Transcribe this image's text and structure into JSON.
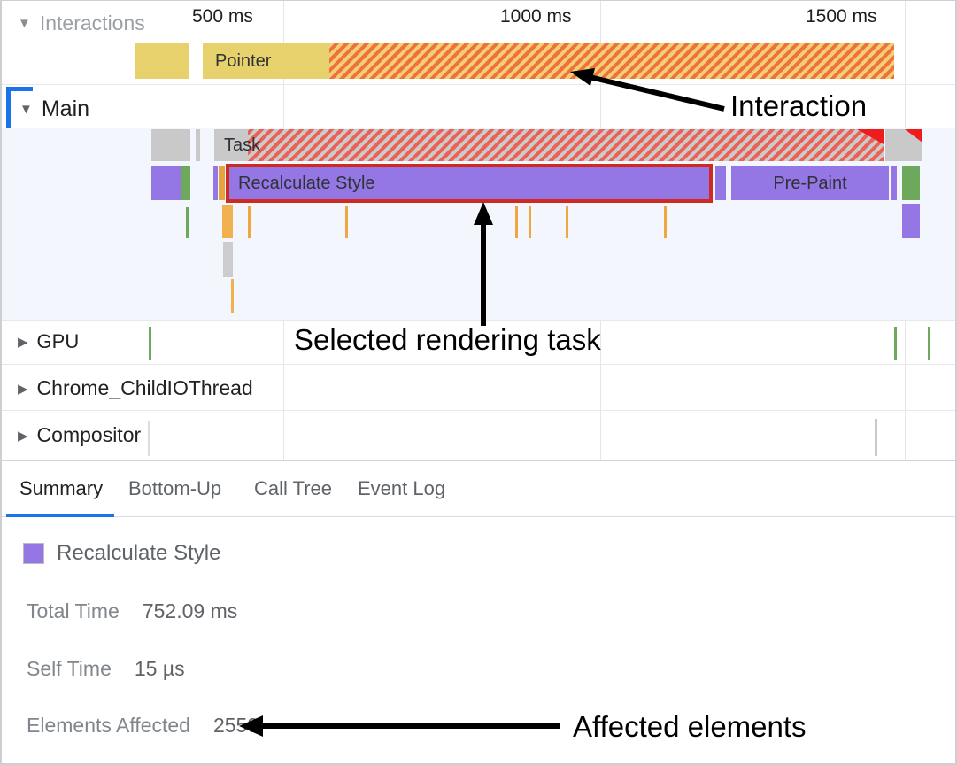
{
  "ruler": {
    "labels": [
      "500 ms",
      "1000 ms",
      "1500 ms"
    ]
  },
  "tracks": {
    "interactions": {
      "label": "Interactions",
      "pointer_label": "Pointer"
    },
    "main": {
      "label": "Main",
      "task_label": "Task",
      "selected_label": "Recalculate Style",
      "prepaint_label": "Pre-Paint"
    },
    "gpu": {
      "label": "GPU"
    },
    "chrome_childio": {
      "label": "Chrome_ChildIOThread"
    },
    "compositor": {
      "label": "Compositor"
    }
  },
  "tabs": [
    {
      "label": "Summary",
      "active": true
    },
    {
      "label": "Bottom-Up",
      "active": false
    },
    {
      "label": "Call Tree",
      "active": false
    },
    {
      "label": "Event Log",
      "active": false
    }
  ],
  "summary": {
    "title": "Recalculate Style",
    "rows": [
      {
        "label": "Total Time",
        "value": "752.09 ms"
      },
      {
        "label": "Self Time",
        "value": "15 µs"
      },
      {
        "label": "Elements Affected",
        "value": "2559"
      }
    ]
  },
  "annotations": {
    "interaction": "Interaction",
    "selected_task": "Selected rendering task",
    "affected": "Affected elements"
  },
  "icons": {
    "expanded": "collapse-triangle-icon",
    "collapsed": "expand-triangle-icon"
  },
  "colors": {
    "accent_blue": "#1a73e8",
    "selection_red": "#ce2a21",
    "long_task_red": "#ee1d1d",
    "purple": "#9477e4",
    "green": "#6da85c",
    "yellow": "#e7d16c",
    "orange_tick": "#f0a73f",
    "orange_wide": "#f0b14e",
    "gray_bar": "#c9c9c9",
    "hatch_orange_stripe": "#ee7043",
    "hatch_yellow_stripe": "#f3cf6e",
    "hatch_red_stripe": "#ec6156"
  }
}
